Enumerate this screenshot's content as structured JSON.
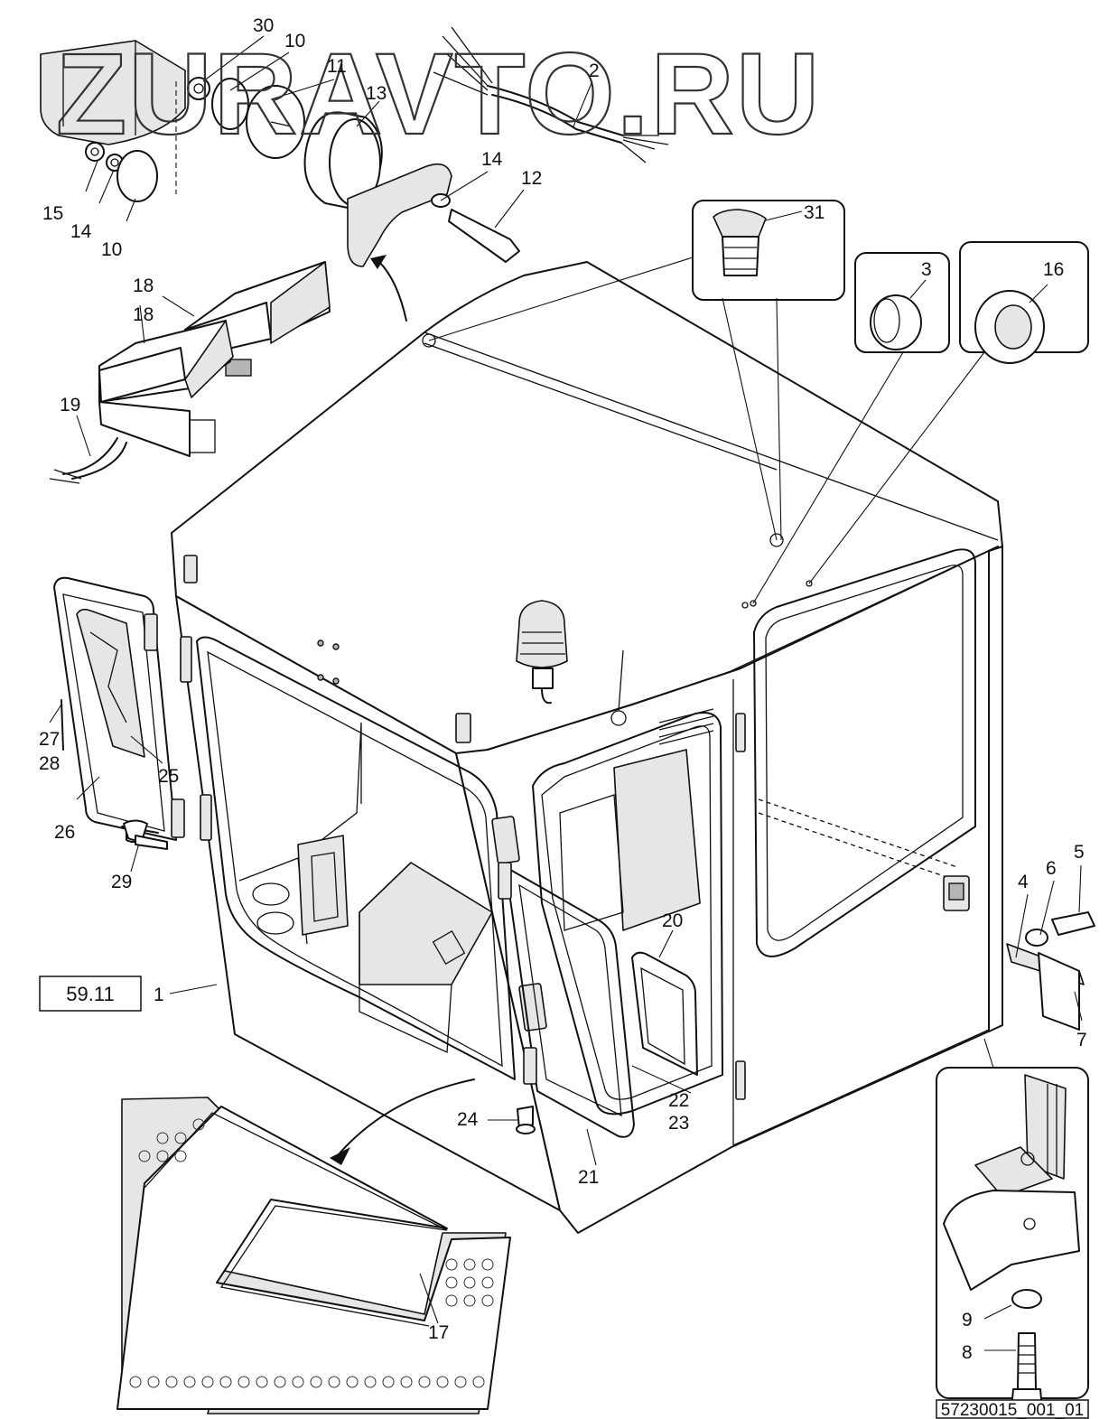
{
  "watermark": "ZURAVTO.RU",
  "reference_box": "59.11",
  "drawing_number": "57230015_001_01",
  "callouts": {
    "c1": "1",
    "c2": "2",
    "c3": "3",
    "c4": "4",
    "c5": "5",
    "c6": "6",
    "c7": "7",
    "c8": "8",
    "c9": "9",
    "c10a": "10",
    "c10b": "10",
    "c11": "11",
    "c12": "12",
    "c13": "13",
    "c14a": "14",
    "c14b": "14",
    "c15": "15",
    "c16": "16",
    "c17": "17",
    "c18a": "18",
    "c18b": "18",
    "c19": "19",
    "c20": "20",
    "c21": "21",
    "c22": "22",
    "c23": "23",
    "c24": "24",
    "c25": "25",
    "c26": "26",
    "c27": "27",
    "c28": "28",
    "c29": "29",
    "c30": "30",
    "c31": "31"
  }
}
